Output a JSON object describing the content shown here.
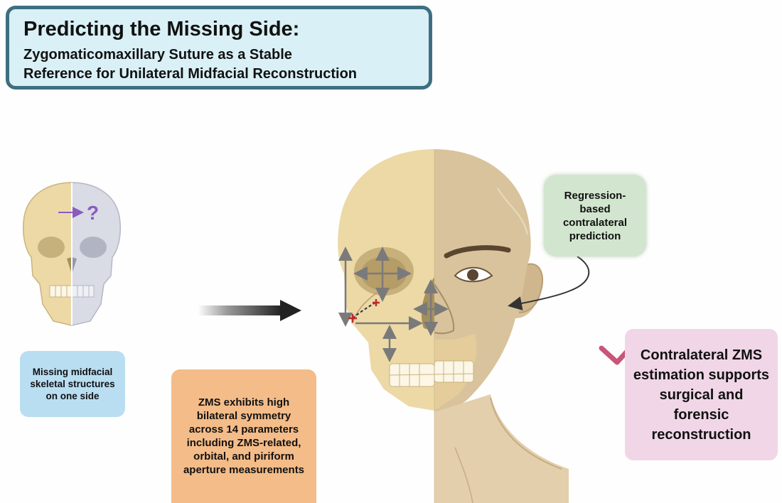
{
  "title": {
    "main": "Predicting the Missing Side:",
    "line1": "Zygomaticomaxillary Suture as a Stable",
    "line2": "Reference for Unilateral Midfacial Reconstruction"
  },
  "small_skull": {
    "question_mark": "?"
  },
  "boxes": {
    "missing": "Missing midfacial skeletal structures on one side",
    "zms": "ZMS exhibits high bilateral symmetry across 14 parameters including ZMS-related, orbital, and piriform aperture measurements",
    "regression": "Regression-based contralateral prediction",
    "contralateral": "Contralateral ZMS estimation supports surgical and forensic reconstruction"
  },
  "colors": {
    "title_bg": "#d9f0f6",
    "title_border": "#3d6f80",
    "missing_bg": "#b9def2",
    "zms_bg": "#f4bc88",
    "regression_bg": "#d2e6cf",
    "contra_bg": "#f0d6e6",
    "check": "#c8557a",
    "bone": "#ecd9a6",
    "skin": "#d9c39c",
    "measure_arrow": "#7a7a7a"
  }
}
